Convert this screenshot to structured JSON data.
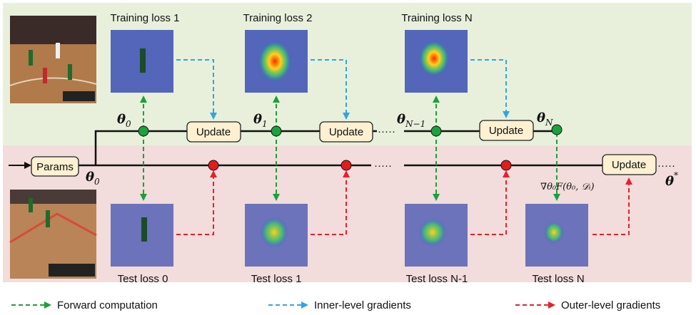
{
  "train_losses": [
    "Training loss 1",
    "Training loss 2",
    "Training loss N"
  ],
  "test_losses": [
    "Test loss 0",
    "Test loss 1",
    "Test loss N-1",
    "Test loss N"
  ],
  "boxes": {
    "params": "Params",
    "update": "Update"
  },
  "theta": {
    "symbol": "θ",
    "sub_0": "0",
    "sub_1": "1",
    "sub_nm1": "N−1",
    "sub_n": "N",
    "star": "*"
  },
  "gradient_label": "∇θ₀F(θ₀, 𝒟ᵢ)",
  "ellipsis": "·····",
  "legend": {
    "forward": "Forward computation",
    "inner": "Inner-level gradients",
    "outer": "Outer-level gradients"
  },
  "colors": {
    "top_band": "#e8f0dc",
    "bottom_band": "#f2dcdc",
    "box_fill": "#fdf1d2",
    "green": "#1c9f3a",
    "blue": "#2fa6e0",
    "red": "#e8202a",
    "node_green": "#1aa23c",
    "node_red": "#e31b1b"
  },
  "icons": [
    "basketball-court-photo",
    "attention-heatmap-thumbnail"
  ]
}
